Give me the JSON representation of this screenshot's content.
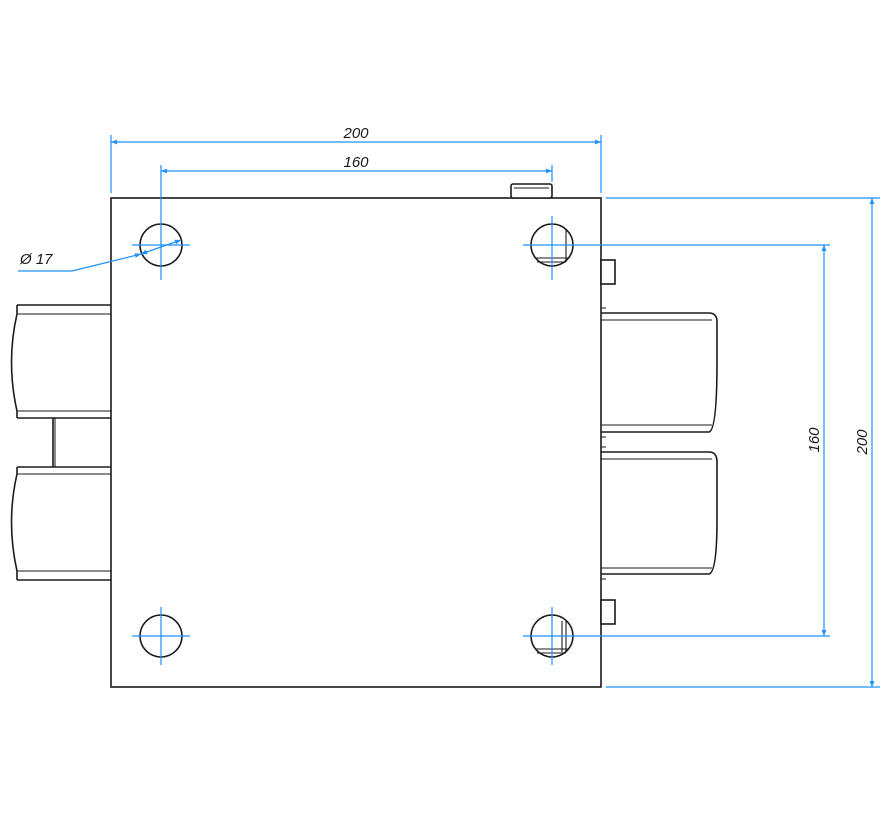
{
  "drawing": {
    "colors": {
      "outline": "#1a1a1a",
      "dimension": "#1e90ff",
      "background": "#ffffff"
    },
    "dimensions": {
      "overall_width": "200",
      "hole_spacing_x": "160",
      "overall_height": "200",
      "hole_spacing_y": "160",
      "hole_diameter": "Ø 17"
    }
  }
}
